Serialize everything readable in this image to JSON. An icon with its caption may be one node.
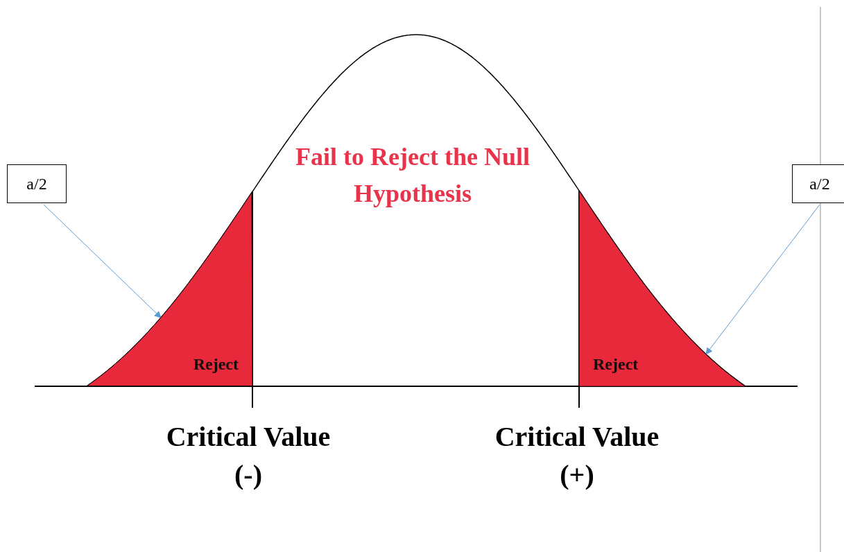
{
  "diagram": {
    "nodes": [
      {
        "text": [
          "a/2"
        ]
      },
      {
        "text": [
          "a/2"
        ]
      },
      {
        "text": [
          "Reject"
        ]
      },
      {
        "text": [
          "Reject"
        ]
      }
    ],
    "edges": [
      {
        "from": 0,
        "to": 2,
        "arrow": "to"
      },
      {
        "from": 1,
        "to": 3,
        "arrow": "to"
      }
    ],
    "labels": [
      "Fail to Reject the Null Hypothesis",
      "Critical Value (-)",
      "Critical Value (+)"
    ]
  }
}
